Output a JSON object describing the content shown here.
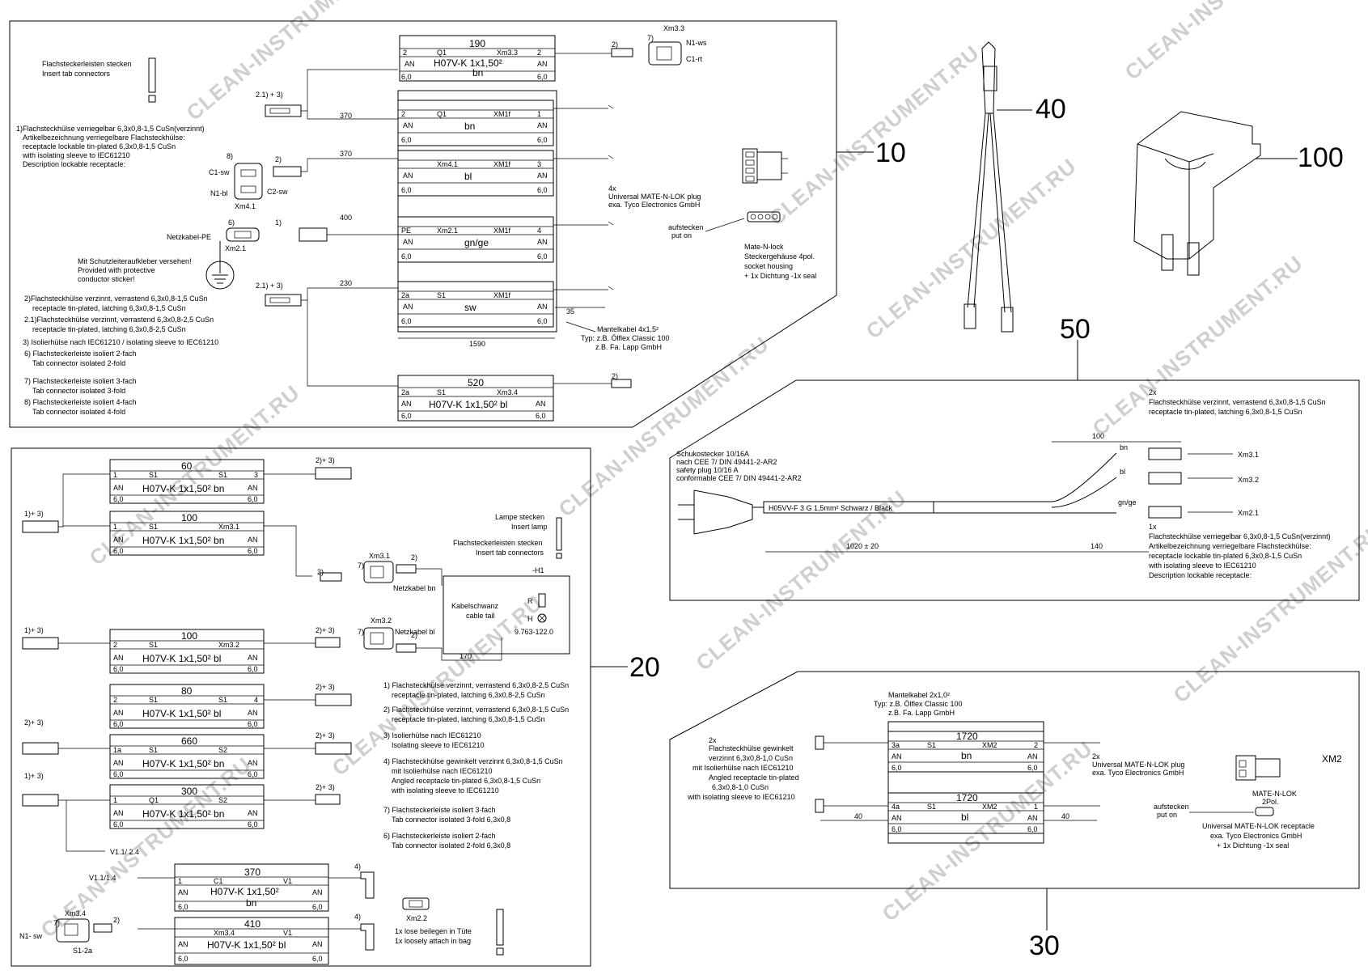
{
  "callouts": {
    "c10": "10",
    "c20": "20",
    "c30": "30",
    "c40": "40",
    "c50": "50",
    "c100": "100"
  },
  "watermark": "CLEAN-INSTRUMENT.RU",
  "common": {
    "an": "AN",
    "len6": "6,0"
  },
  "p10": {
    "insert_de": "Flachsteckerleisten stecken",
    "insert_en": "Insert tab connectors",
    "note1": [
      "1)Flachsteckhülse verriegelbar 6,3x0,8-1,5 CuSn(verzinnt)",
      "Artikelbezeichnung verriegelbare Flachsteckhülse:",
      "receptacle lockable tin-plated 6,3x0,8-1,5 CuSn",
      "with isolating sleeve to IEC61210",
      "Description lockable receptacle:"
    ],
    "notes": [
      "2)Flachsteckhülse verzinnt, verrastend 6,3x0,8-1,5 CuSn",
      "receptacle tin-plated, latching  6,3x0,8-1,5 CuSn",
      "2.1)Flachsteckhülse verzinnt, verrastend 6,3x0,8-2,5 CuSn",
      "receptacle tin-plated, latching  6,3x0,8-2,5 CuSn",
      "3) Isolierhülse nach IEC61210 / isolating sleeve to IEC61210",
      "6) Flachsteckerleiste isoliert 2-fach",
      "Tab connector isolated 2-fold",
      "7) Flachsteckerleiste isoliert 3-fach",
      "Tab connector isolated 3-fold",
      "8) Flachsteckerleiste isoliert 4-fach",
      "Tab connector isolated 4-fold"
    ],
    "pe_note": [
      "Mit Schutzleiteraufkleber versehen!",
      "Provided with protective",
      "conductor sticker!"
    ],
    "netzkabel_pe": "Netzkabel-PE",
    "lbl": {
      "s8": "8)",
      "s6": "6)",
      "s7": "7)",
      "s2": "2)",
      "s1": "1)",
      "s21": "2.1) + 3)",
      "c1sw": "C1-sw",
      "n1bl": "N1-bl",
      "c2sw": "C2-sw",
      "xm41": "Xm4.1",
      "xm21": "Xm2.1",
      "xm33": "Xm3.3",
      "n1ws": "N1-ws",
      "c1rt": "C1-rt"
    },
    "dims": {
      "d370a": "370",
      "d370b": "370",
      "d400": "400",
      "d230": "230",
      "d35": "35",
      "d1590": "1590"
    },
    "cable190": {
      "len": "190",
      "p1": "2",
      "p2": "Q1",
      "p3": "Xm3.3",
      "p4": "2",
      "spec": "H07V-K 1x1,50²",
      "color": "bn"
    },
    "cores": [
      {
        "p1": "2",
        "p2": "Q1",
        "p3": "XM1f",
        "p4": "1",
        "color": "bn"
      },
      {
        "p1": "",
        "p2": "Xm4.1",
        "p3": "XM1f",
        "p4": "3",
        "color": "bl"
      },
      {
        "p1": "PE",
        "p2": "Xm2.1",
        "p3": "XM1f",
        "p4": "4",
        "color": "gn/ge"
      },
      {
        "p1": "2a",
        "p2": "S1",
        "p3": "XM1f",
        "p4": "",
        "color": "sw"
      }
    ],
    "cable520": {
      "len": "520",
      "p1": "2a",
      "p2": "S1",
      "p3": "Xm3.4",
      "spec": "H07V-K 1x1,50² bl"
    },
    "plug": [
      "4x",
      "Universal MATE-N-LOK plug",
      "exa. Tyco Electronics GmbH"
    ],
    "housing": [
      "Mate-N-lock",
      "Steckergehäuse 4pol.",
      "socket housing",
      "+ 1x Dichtung -1x seal"
    ],
    "aufstecken": [
      "aufstecken",
      "put on"
    ],
    "mantel": [
      "Mantelkabel 4x1,5²",
      "Typ: z.B. Ölflex Classic 100",
      "z.B. Fa. Lapp GmbH"
    ]
  },
  "p50": {
    "top": [
      "2x",
      "Flachsteckhülse verzinnt, verrastend 6,3x0,8-1,5 CuSn",
      "receptacle tin-plated, latching  6,3x0,8-1,5 CuSn"
    ],
    "plug": [
      "Schukostecker 10/16A",
      "nach CEE 7/ DIN 49441-2-AR2",
      "safety plug 10/16 A",
      "conformable  CEE 7/ DIN 49441-2-AR2"
    ],
    "cable": "H05VV-F  3  G 1,5mm²  Schwarz / Black",
    "wires": [
      "bn",
      "bl",
      "gn/ge"
    ],
    "targets": [
      "Xm3.1",
      "Xm3.2",
      "Xm2.1"
    ],
    "dims": {
      "d100": "100",
      "d1020": "1020 ± 20",
      "d140": "140"
    },
    "bottom": [
      "1x",
      "Flachsteckhülse verriegelbar 6,3x0,8-1,5 CuSn(verzinnt)",
      "Artikelbezeichnung verriegelbare Flachsteckhülse:",
      "receptacle lockable tin-plated 6,3x0,8-1,5 CuSn",
      "with isolating sleeve to IEC61210",
      "Description lockable receptacle:"
    ]
  },
  "p20": {
    "cables": [
      {
        "len": "60",
        "p1": "1",
        "p2": "S1",
        "p3": "S1",
        "p4": "3",
        "spec": "H07V-K 1x1,50² bn"
      },
      {
        "len": "100",
        "p1": "1",
        "p2": "S1",
        "p3": "Xm3.1",
        "p4": "",
        "spec": "H07V-K 1x1,50² bn"
      },
      {
        "len": "100",
        "p1": "2",
        "p2": "S1",
        "p3": "Xm3.2",
        "p4": "",
        "spec": "H07V-K 1x1,50² bl"
      },
      {
        "len": "80",
        "p1": "2",
        "p2": "S1",
        "p3": "S1",
        "p4": "4",
        "spec": "H07V-K 1x1,50² bl"
      },
      {
        "len": "660",
        "p1": "1a",
        "p2": "S1",
        "p3": "S2",
        "p4": "",
        "spec": "H07V-K 1x1,50² bn"
      },
      {
        "len": "300",
        "p1": "1",
        "p2": "Q1",
        "p3": "S2",
        "p4": "",
        "spec": "H07V-K 1x1,50² bn"
      }
    ],
    "lbl": {
      "l13a": "1)+ 3)",
      "l23a": "2)+ 3)",
      "l13b": "1)+ 3)",
      "l23b": "2)+ 3)",
      "l23c": "2)+ 3)",
      "l23d": "2)+ 3)",
      "l23e": "2)+ 3)",
      "l13c": "1)+ 3)",
      "l23f": "2)+ 3)",
      "v11": "V1.1/ 2.4",
      "v114": "V1.1/1.4"
    },
    "lamp": [
      "Lampe stecken",
      "Insert lamp",
      "Flachsteckerleisten stecken",
      "Insert tab connectors"
    ],
    "xm31": "Xm3.1",
    "xm32": "Xm3.2",
    "n7": "7)",
    "n2": "2)",
    "netzbn": "Netzkabel bn",
    "netzbl": "Netzkabel bl",
    "h1": "-H1",
    "tail": [
      "Kabelschwanz",
      "cable tail"
    ],
    "part": "9.763-122.0",
    "R": "R",
    "H": "H",
    "d170": "170",
    "notes": [
      "1) Flachsteckhülse verzinnt, verrastend 6,3x0,8-2,5 CuSn",
      "receptacle tin-plated, latching  6,3x0,8-2,5 CuSn",
      "2) Flachsteckhülse verzinnt, verrastend 6,3x0,8-1,5 CuSn",
      "receptacle tin-plated, latching  6,3x0,8-1,5 CuSn",
      "3) Isolierhülse nach IEC61210",
      "Isolating sleeve to IEC61210",
      "4) Flachsteckhülse gewinkelt verzinnt 6,3x0,8-1,5 CuSn",
      "mit Isolierhülse nach IEC61210",
      "Angled receptacle tin-plated 6,3x0,8-1,5 CuSn",
      "with isolating sleeve to IEC61210",
      "7) Flachsteckerleiste isoliert 3-fach",
      "Tab connector isolated 3-fold 6,3x0,8",
      "6) Flachsteckerleiste isoliert 2-fach",
      "Tab connector isolated 2-fold 6,3x0,8"
    ],
    "c370": {
      "len": "370",
      "p1": "1",
      "p2": "C1",
      "p3": "V1",
      "spec": "H07V-K 1x1,50²",
      "color": "bn"
    },
    "c410": {
      "len": "410",
      "p1": "",
      "p2": "Xm3.4",
      "p3": "V1",
      "spec": "H07V-K 1x1,50² bl"
    },
    "n4": "4)",
    "xm34": "Xm3.4",
    "n1sw": "N1- sw",
    "s12a": "S1-2a",
    "xm22": "Xm2.2",
    "bag": [
      "1x  lose beilegen   in Tüte",
      "1x  loosely attach   in bag"
    ]
  },
  "p30": {
    "mantel": [
      "Mantelkabel 2x1,0²",
      "Typ: z.B. Ölflex Classic 100",
      "z.B. Fa. Lapp GmbH"
    ],
    "left": [
      "2x",
      "Flachsteckhülse gewinkelt",
      "verzinnt 6,3x0,8-1,0 CuSn",
      "mit Isolierhülse nach IEC61210",
      "Angled receptacle tin-plated",
      "6,3x0,8-1,0 CuSn",
      "with isolating sleeve to IEC61210"
    ],
    "c1": {
      "len": "1720",
      "p1": "3a",
      "p2": "S1",
      "p3": "XM2",
      "p4": "2",
      "color": "bn"
    },
    "c2": {
      "len": "1720",
      "p1": "4a",
      "p2": "S1",
      "p3": "XM2",
      "p4": "1",
      "color": "bl"
    },
    "right": [
      "2x",
      "Universal MATE-N-LOK plug",
      "exa. Tyco Electronics GmbH"
    ],
    "xm2": "XM2",
    "mnl": [
      "MATE-N-LOK",
      "2Pol."
    ],
    "aufstecken": [
      "aufstecken",
      "put on"
    ],
    "recept": [
      "Universal MATE-N-LOK receptacle",
      "exa. Tyco Electronics GmbH",
      "+ 1x Dichtung -1x seal"
    ],
    "d40a": "40",
    "d40b": "40"
  }
}
